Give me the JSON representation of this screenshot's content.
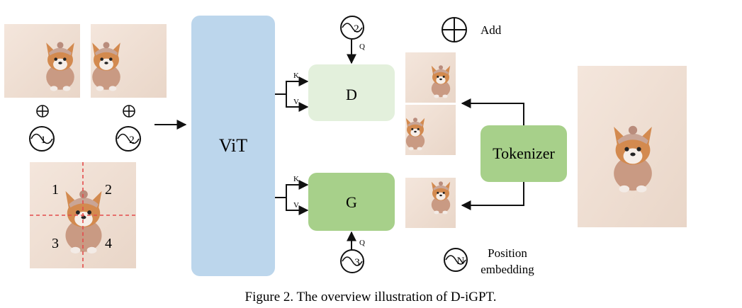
{
  "diagram": {
    "encoder_label": "ViT",
    "decoder_d_label": "D",
    "decoder_g_label": "G",
    "tokenizer_label": "Tokenizer",
    "kv_labels": {
      "k": "K",
      "v": "V",
      "q": "Q"
    },
    "position_ids": [
      "1",
      "2",
      "2",
      "3"
    ],
    "quadrant_numbers": [
      "1",
      "2",
      "3",
      "4"
    ],
    "legend": {
      "add": "Add",
      "position_line1": "Position",
      "position_line2": "embedding",
      "position_symbol": "N"
    },
    "caption": "Figure 2. The overview illustration of D-iGPT."
  },
  "colors": {
    "vit": "#bcd6ec",
    "decoder_d": "#e3f0dc",
    "decoder_g": "#a7d08a",
    "tokenizer": "#a7d08a",
    "photo_bg": "#efe0d6",
    "dashed": "#e34b4b"
  }
}
